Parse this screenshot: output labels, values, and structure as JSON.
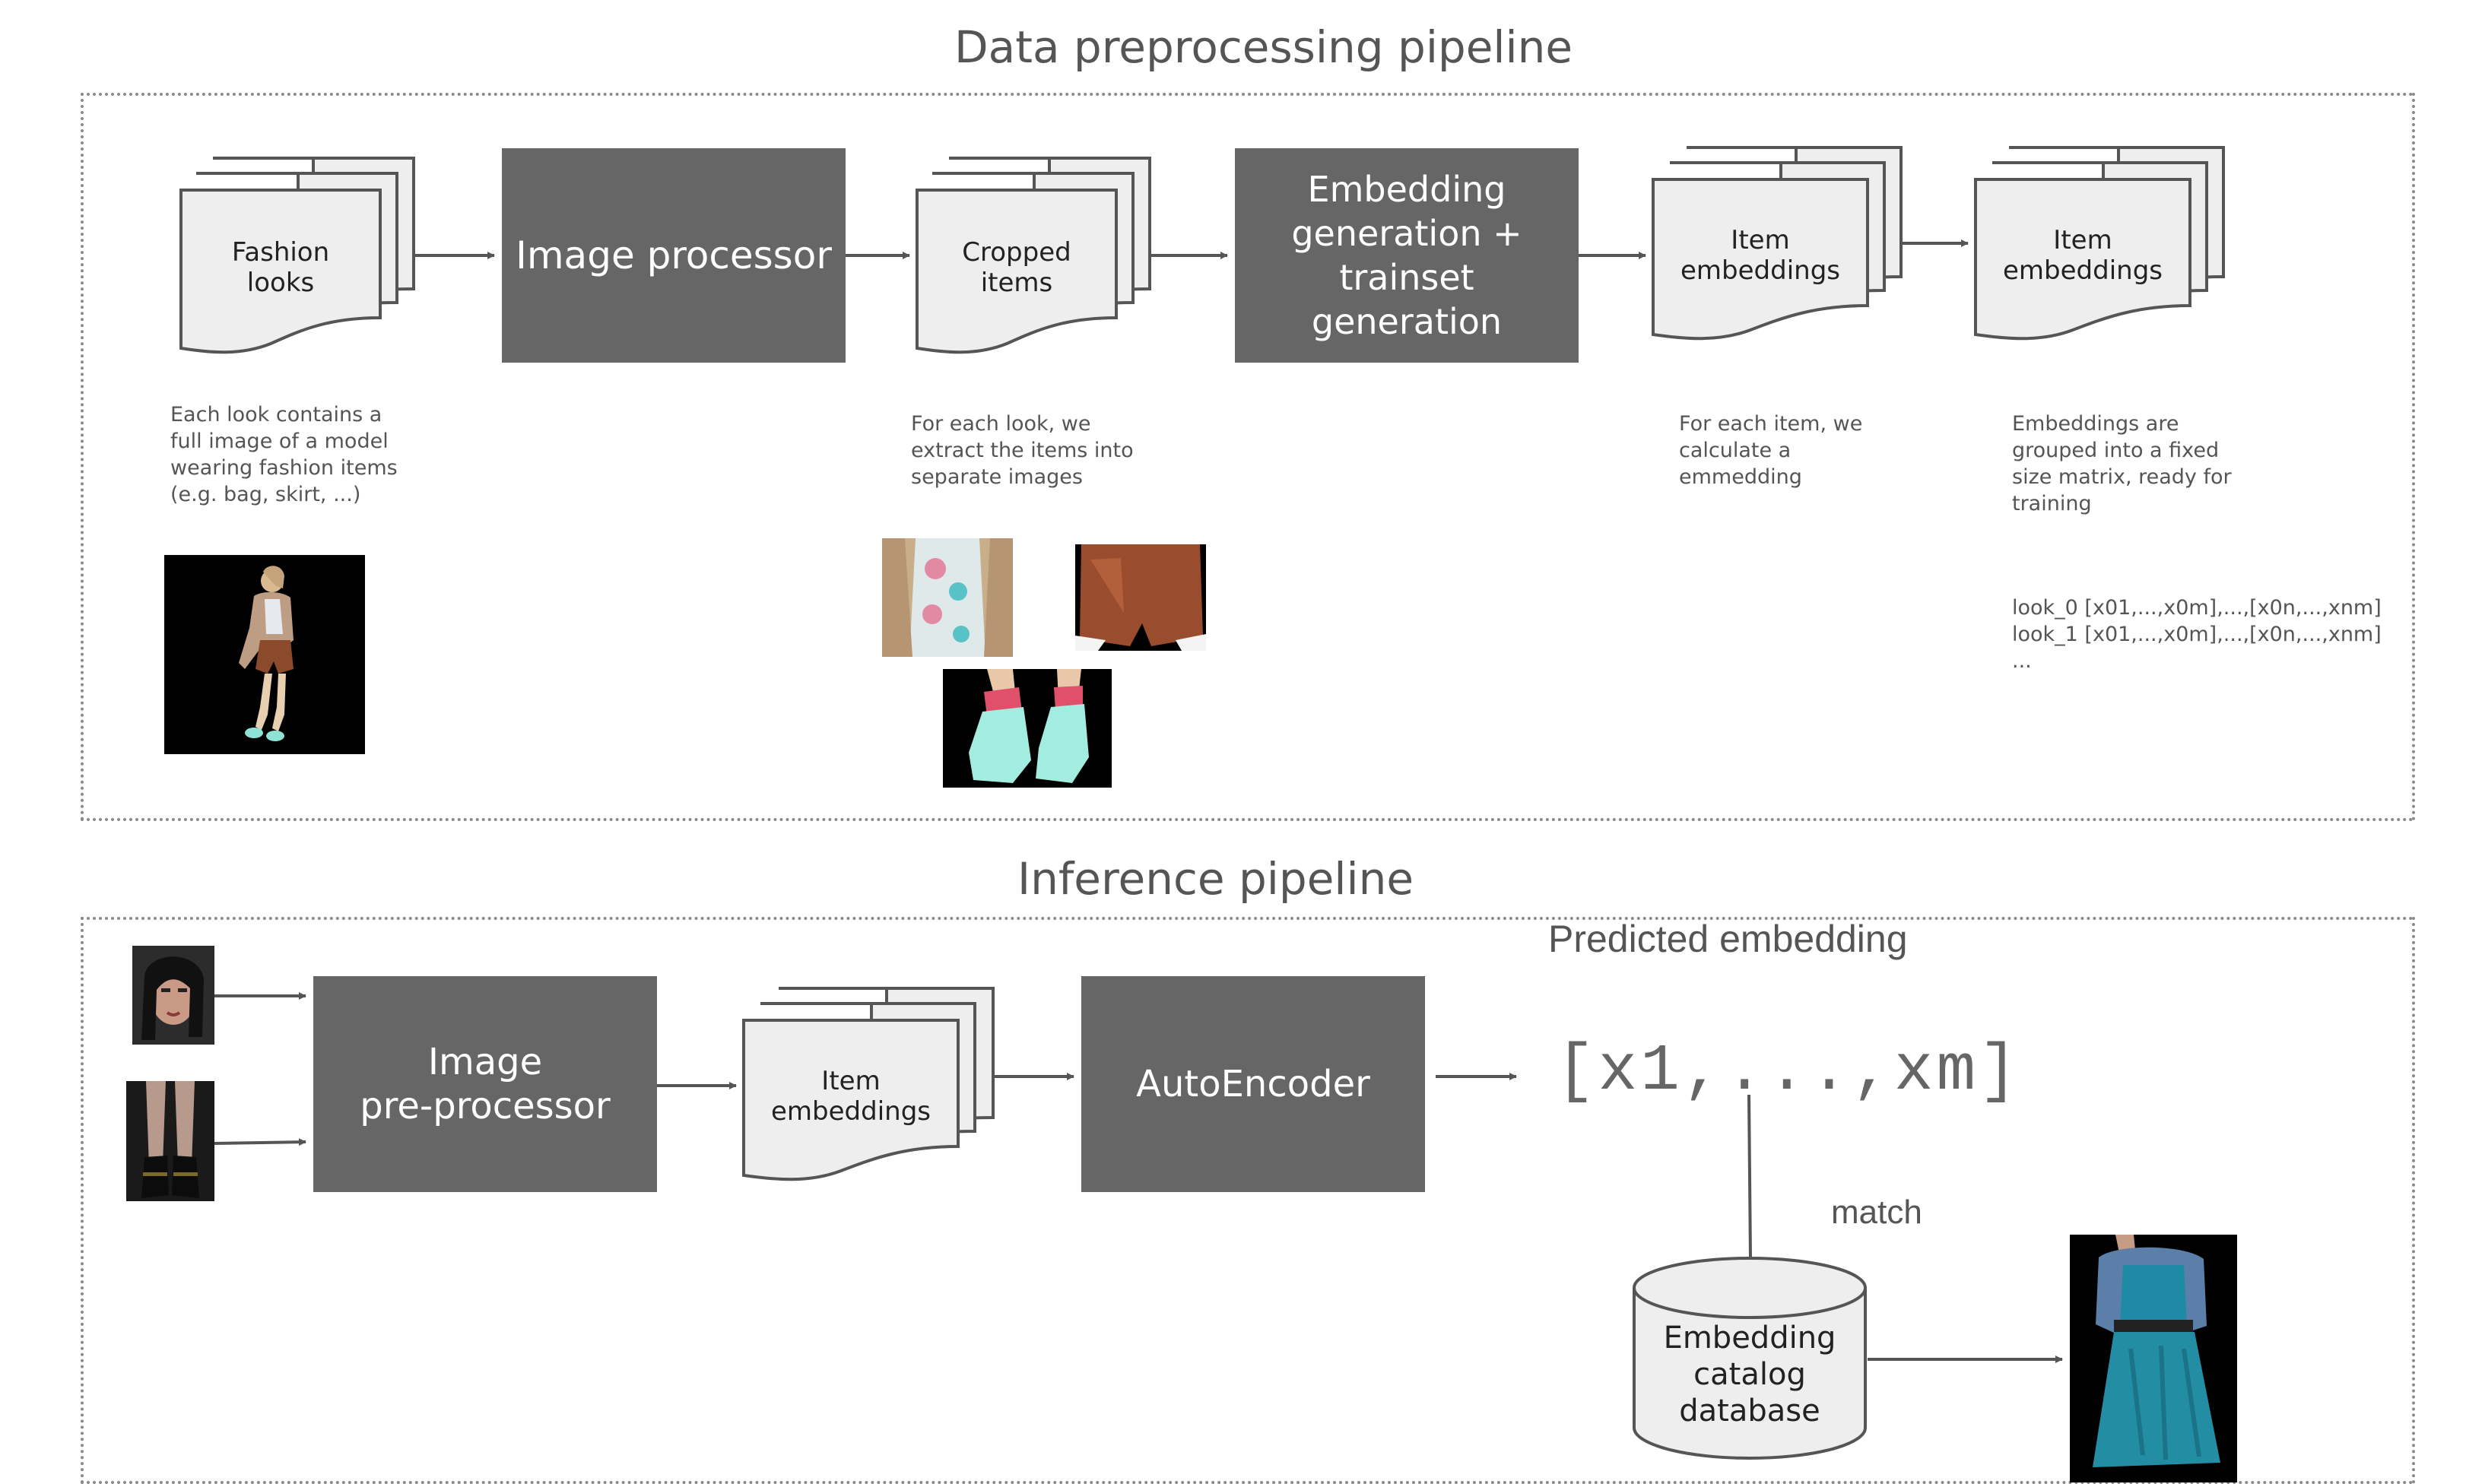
{
  "preprocessing": {
    "title": "Data preprocessing pipeline",
    "doc_fashion_looks": "Fashion\nlooks",
    "image_processor": "Image processor",
    "doc_cropped_items": "Cropped\nitems",
    "embedding_generation": "Embedding\ngeneration +\ntrainset\ngeneration",
    "doc_item_embeddings_1": "Item\nembeddings",
    "doc_item_embeddings_2": "Item\nembeddings",
    "note_looks": "Each look contains a\nfull image of a model\nwearing fashion items\n(e.g. bag, skirt, ...)",
    "note_cropped": "For each look, we\nextract the items into\nseparate images",
    "note_embedding": "For each item, we\ncalculate a\nemmedding",
    "note_grouped": "Embeddings are\ngrouped into a fixed\nsize matrix, ready for\ntraining",
    "matrix_text": "look_0 [x01,...,x0m],...,[x0n,...,xnm]\nlook_1  [x01,...,x0m],...,[x0n,...,xnm]\n..."
  },
  "inference": {
    "title": "Inference pipeline",
    "image_preprocessor": "Image\npre-processor",
    "doc_item_embeddings": "Item\nembeddings",
    "autoencoder": "AutoEncoder",
    "predicted_embedding_label": "Predicted embedding",
    "predicted_vector": "[x1,...,xm]",
    "match_label": "match",
    "database": "Embedding\ncatalog\ndatabase"
  },
  "colors": {
    "process_box": "#666666",
    "doc_fill": "#eeeeee",
    "doc_stroke": "#555555",
    "section_border": "#8a8a8a",
    "photo_background": "#000000"
  }
}
